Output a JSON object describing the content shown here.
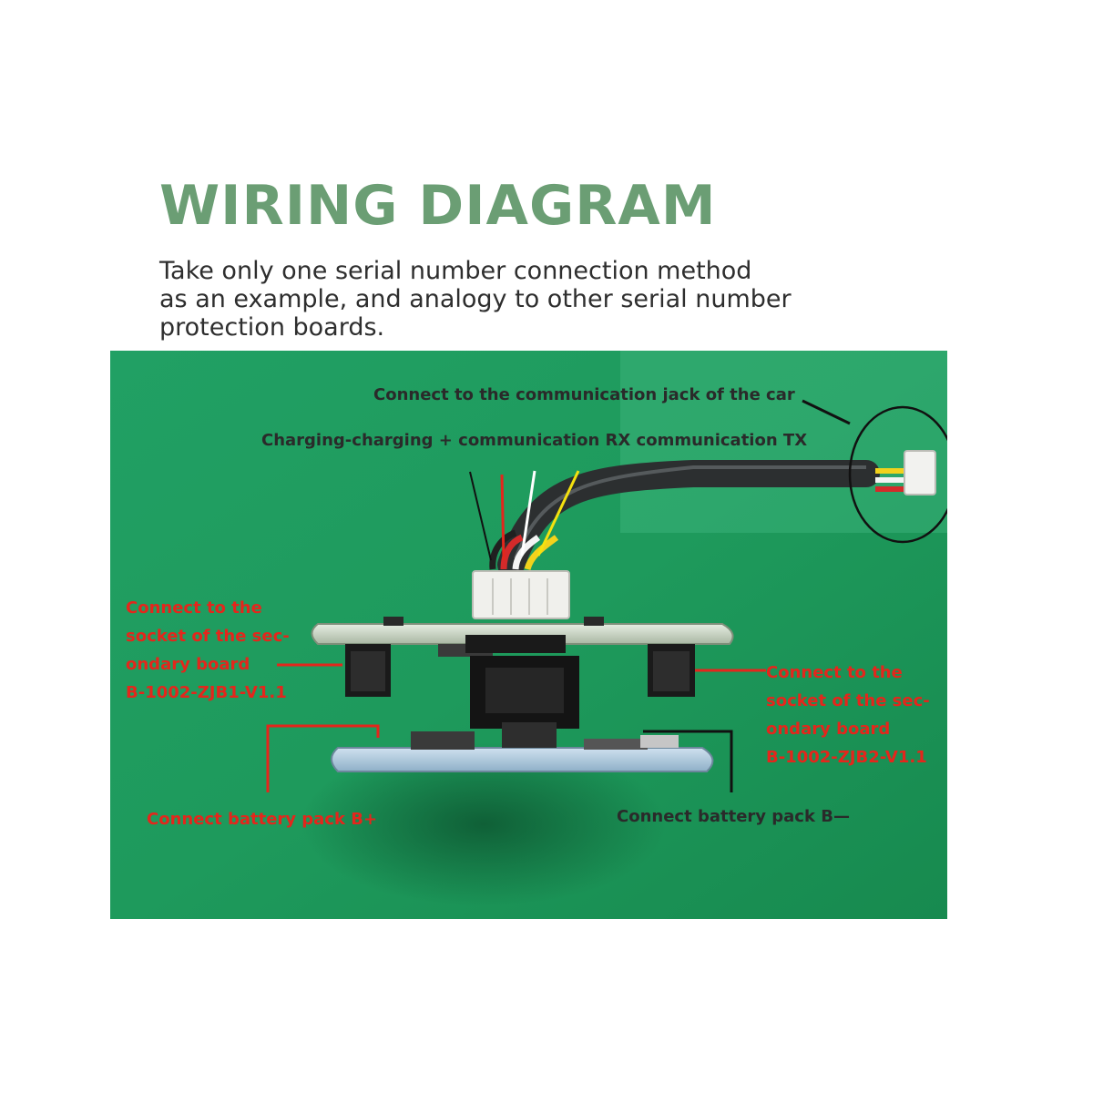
{
  "heading": "WIRING DIAGRAM",
  "intro": [
    "Take only one serial number connection method",
    "as an example, and analogy to other serial number",
    "protection boards."
  ],
  "labels": {
    "car_jack": "Connect to the communication jack of the car",
    "wires": "Charging-charging + communication RX communication TX",
    "left_socket": [
      "Connect to the",
      "socket of the sec-",
      "ondary board",
      "B-1002-ZJB1-V1.1"
    ],
    "right_socket": [
      "Connect to the",
      "socket of the sec-",
      "ondary board",
      "B-1002-ZJB2-V1.1"
    ],
    "battery_plus": "Connect battery pack B+",
    "battery_minus": "Connect battery pack B—"
  },
  "colors": {
    "heading": "#6b9e74",
    "board_bg": "#1f9a5e",
    "label_red": "#e4261c",
    "label_dark": "#2a2a2a"
  }
}
